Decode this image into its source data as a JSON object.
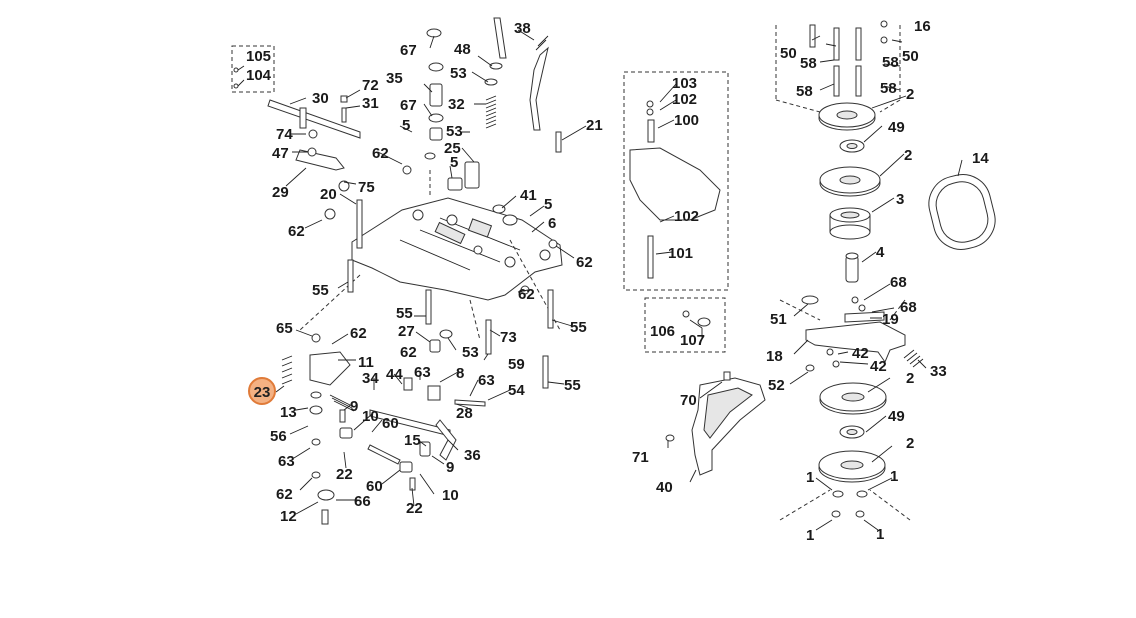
{
  "diagram": {
    "highlighted_part": "23",
    "highlight_color": "#f4b183",
    "labels": {
      "l105": "105",
      "l104": "104",
      "l30": "30",
      "l67a": "67",
      "l48": "48",
      "l38": "38",
      "l72": "72",
      "l31": "31",
      "l35": "35",
      "l53a": "53",
      "l67b": "67",
      "l32": "32",
      "l16": "16",
      "l50a": "50",
      "l50b": "50",
      "l58a": "58",
      "l58b": "58",
      "l58c": "58",
      "l58d": "58",
      "l2a": "2",
      "l74": "74",
      "l5a": "5",
      "l53b": "53",
      "l47": "47",
      "l62a": "62",
      "l25": "25",
      "l5b": "5",
      "l21": "21",
      "l103": "103",
      "l102a": "102",
      "l100": "100",
      "l49a": "49",
      "l2b": "2",
      "l14": "14",
      "l29": "29",
      "l75": "75",
      "l20": "20",
      "l41": "41",
      "l5c": "5",
      "l6": "6",
      "l62b": "62",
      "l102b": "102",
      "l3": "3",
      "l62c": "62",
      "l101": "101",
      "l4": "4",
      "l55a": "55",
      "l62d": "62",
      "l68a": "68",
      "l68b": "68",
      "l51": "51",
      "l19": "19",
      "l65": "65",
      "l62e": "62",
      "l55b": "55",
      "l27": "27",
      "l53c": "53",
      "l73": "73",
      "l55c": "55",
      "l106": "106",
      "l107": "107",
      "l18": "18",
      "l42a": "42",
      "l42b": "42",
      "l33": "33",
      "l11": "11",
      "l62f": "62",
      "l59": "59",
      "l34": "34",
      "l44": "44",
      "l63a": "63",
      "l8": "8",
      "l63b": "63",
      "l55d": "55",
      "l52": "52",
      "l2c": "2",
      "l23": "23",
      "l54": "54",
      "l70": "70",
      "l13": "13",
      "l9a": "9",
      "l10a": "10",
      "l28": "28",
      "l60a": "60",
      "l49b": "49",
      "l56": "56",
      "l15": "15",
      "l36": "36",
      "l2d": "2",
      "l63c": "63",
      "l22a": "22",
      "l9b": "9",
      "l71": "71",
      "l60b": "60",
      "l10b": "10",
      "l1a": "1",
      "l1b": "1",
      "l40": "40",
      "l62g": "62",
      "l66": "66",
      "l12": "12",
      "l22b": "22",
      "l1c": "1",
      "l1d": "1"
    }
  }
}
